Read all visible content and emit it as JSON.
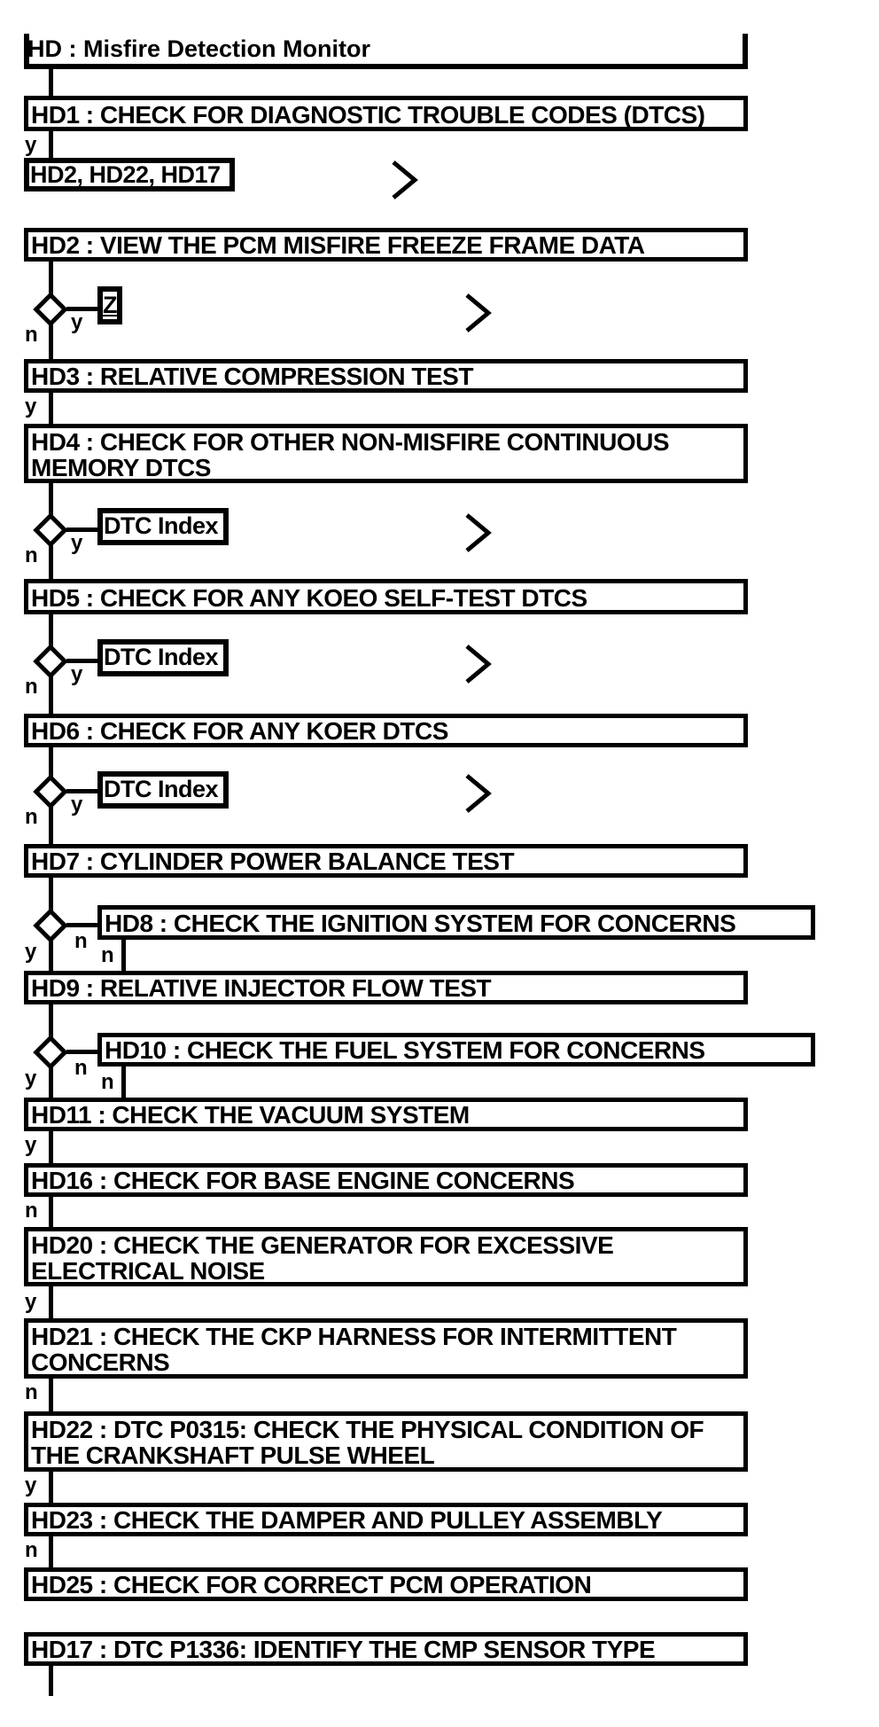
{
  "header": {
    "text": "HD : Misfire Detection Monitor"
  },
  "labels": {
    "yes": "y",
    "no": "n"
  },
  "links": {
    "next_steps": "HD2, HD22, HD17",
    "z": "Z",
    "dtc_index": "DTC Index"
  },
  "steps": [
    {
      "id": "HD1",
      "lines": [
        "HD1 : CHECK FOR DIAGNOSTIC TROUBLE CODES (DTCS)"
      ]
    },
    {
      "id": "HD2",
      "lines": [
        "HD2 : VIEW THE PCM MISFIRE FREEZE FRAME DATA"
      ]
    },
    {
      "id": "HD3",
      "lines": [
        "HD3 : RELATIVE COMPRESSION TEST"
      ]
    },
    {
      "id": "HD4",
      "lines": [
        "HD4 : CHECK FOR OTHER NON-MISFIRE CONTINUOUS",
        "MEMORY DTCS"
      ]
    },
    {
      "id": "HD5",
      "lines": [
        "HD5 : CHECK FOR ANY KOEO SELF-TEST DTCS"
      ]
    },
    {
      "id": "HD6",
      "lines": [
        "HD6 : CHECK FOR ANY KOER DTCS"
      ]
    },
    {
      "id": "HD7",
      "lines": [
        "HD7 : CYLINDER POWER BALANCE TEST"
      ]
    },
    {
      "id": "HD8",
      "lines": [
        "HD8 : CHECK THE IGNITION SYSTEM FOR CONCERNS"
      ]
    },
    {
      "id": "HD9",
      "lines": [
        "HD9 : RELATIVE INJECTOR FLOW TEST"
      ]
    },
    {
      "id": "HD10",
      "lines": [
        "HD10 : CHECK THE FUEL SYSTEM FOR CONCERNS"
      ]
    },
    {
      "id": "HD11",
      "lines": [
        "HD11 : CHECK THE VACUUM SYSTEM"
      ]
    },
    {
      "id": "HD16",
      "lines": [
        "HD16 : CHECK FOR BASE ENGINE CONCERNS"
      ]
    },
    {
      "id": "HD20",
      "lines": [
        "HD20 : CHECK THE GENERATOR FOR EXCESSIVE",
        "ELECTRICAL NOISE"
      ]
    },
    {
      "id": "HD21",
      "lines": [
        "HD21 : CHECK THE CKP HARNESS FOR INTERMITTENT",
        "CONCERNS"
      ]
    },
    {
      "id": "HD22",
      "lines": [
        "HD22 : DTC P0315: CHECK THE PHYSICAL CONDITION OF",
        "THE CRANKSHAFT PULSE WHEEL"
      ]
    },
    {
      "id": "HD23",
      "lines": [
        "HD23 : CHECK THE DAMPER AND PULLEY ASSEMBLY"
      ]
    },
    {
      "id": "HD25",
      "lines": [
        "HD25 : CHECK FOR CORRECT PCM OPERATION"
      ]
    },
    {
      "id": "HD17",
      "lines": [
        "HD17 : DTC P1336: IDENTIFY THE CMP SENSOR TYPE"
      ]
    }
  ],
  "colors": {
    "ink": "#000000",
    "background": "#ffffff"
  }
}
